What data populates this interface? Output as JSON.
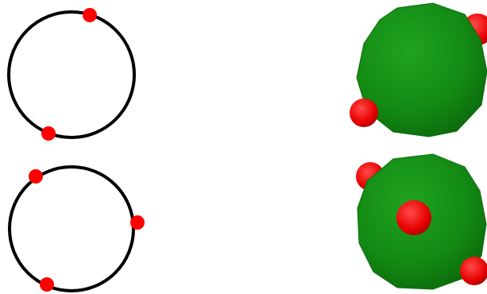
{
  "colors": {
    "background": "#ffffff",
    "ring_stroke": "#000000",
    "point_fill": "#ff0000",
    "polyhedron_fill": "#138a13",
    "polyhedron_shade": "#0a5c0a",
    "sphere_highlight": "#ff3a3a",
    "sphere_shadow": "#b00000"
  },
  "panels": [
    {
      "id": "top",
      "circle_points": 2,
      "polyhedron_attached_spheres": 2
    },
    {
      "id": "bottom",
      "circle_points": 3,
      "polyhedron_attached_spheres": 3
    }
  ]
}
